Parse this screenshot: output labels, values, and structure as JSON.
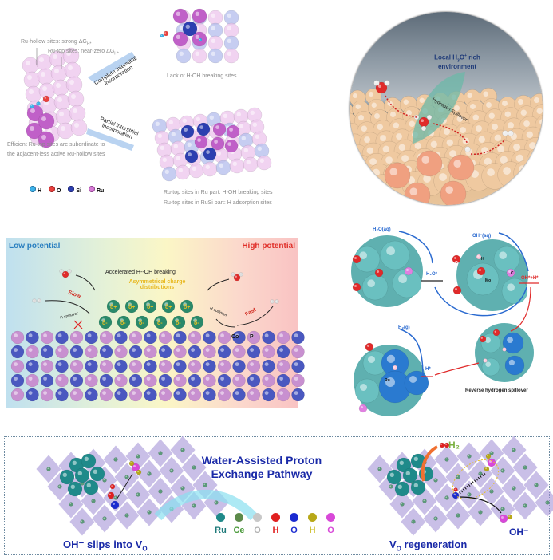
{
  "panel_a": {
    "ru_hollow_label": "Ru-hollow sites: strong ΔG",
    "ru_hollow_sub": "H*",
    "ru_top_label": "Ru-top sites: near-zero ΔG",
    "ru_top_sub": "H*",
    "arrow_complete": "Complete interstitial incorporation",
    "arrow_partial": "Partial interstitial incorporation",
    "lack_caption": "Lack of H-OH breaking sites",
    "efficient_caption_1": "Efficient Ru-top sites are subordinate to",
    "efficient_caption_2": "the adjacent-less active Ru-hollow sites",
    "rusi_caption_1": "Ru-top sites in Ru part: H-OH breaking sites",
    "rusi_caption_2": "Ru-top sites in RuSi part: H adsorption sites",
    "legend": [
      {
        "label": "H",
        "color": "#3db3ea"
      },
      {
        "label": "O",
        "color": "#e8403e"
      },
      {
        "label": "Si",
        "color": "#2c3fb0"
      },
      {
        "label": "Ru",
        "color": "#d67ad6"
      }
    ]
  },
  "panel_b": {
    "env_label_1": "Local H",
    "env_sub": "3",
    "env_label_2": "O",
    "env_sup": "+",
    "env_label_3": " rich",
    "env_label_4": "environment",
    "spillover_label": "Hydrogen Spillover"
  },
  "panel_c": {
    "low_potential": "Low potential",
    "high_potential": "High potential",
    "accelerated": "Accelerated H--OH breaking",
    "asym_1": "Asymmetrical  charge",
    "asym_2": "distributions",
    "slow": "Slow",
    "fast": "Fast",
    "h_spillover_left": "H spillover",
    "h_spillover_right": "H spillover",
    "co": "Co",
    "p": "P",
    "delta_plus": "δ+",
    "delta_minus": "δ-",
    "colors": {
      "low": "#2a7fc0",
      "high": "#e0302a",
      "yellow": "#e8b820"
    }
  },
  "panel_d": {
    "h2o_aq": "H₂O(aq)",
    "oh_aq": "OH⁻(aq)",
    "h2o_star": "H₂O*",
    "oh_h": "OH*+H*",
    "h2_g": "H₂(g)",
    "h_star": "H*",
    "mo": "Mo",
    "o": "O",
    "h": "H",
    "c": "C",
    "ru": "Ru",
    "reverse": "Reverse hydrogen spillover"
  },
  "panel_e": {
    "title_1": "Water-Assisted Proton",
    "title_2": "Exchange Pathway",
    "left_caption": "OH⁻ slips into V",
    "left_sub": "O",
    "right_caption_pre": "V",
    "right_sub": "O",
    "right_caption": " regeneration",
    "h2": "H₂",
    "oh": "OH⁻",
    "legend": [
      {
        "label": "Ru",
        "color": "#1f8a8a",
        "text_color": "#1f7a7a"
      },
      {
        "label": "Ce",
        "color": "#5c8a4a",
        "text_color": "#4a9a3a"
      },
      {
        "label": "O",
        "color": "#c8c8c8",
        "text_color": "#b0b0b0"
      },
      {
        "label": "H",
        "color": "#e02020",
        "text_color": "#e02020"
      },
      {
        "label": "O",
        "color": "#1a2ad0",
        "text_color": "#1a2ad0"
      },
      {
        "label": "H",
        "color": "#b8a818",
        "text_color": "#c8b818"
      },
      {
        "label": "O",
        "color": "#d848d8",
        "text_color": "#d848d8"
      }
    ]
  }
}
